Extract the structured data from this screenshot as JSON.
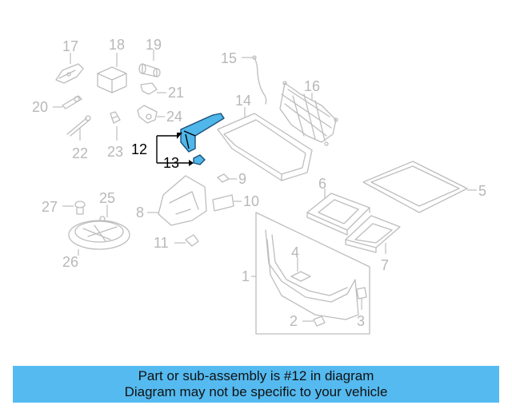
{
  "diagram": {
    "callouts": {
      "c1": "1",
      "c2": "2",
      "c3": "3",
      "c4": "4",
      "c5": "5",
      "c6": "6",
      "c7": "7",
      "c8": "8",
      "c9": "9",
      "c10": "10",
      "c11": "11",
      "c12": "12",
      "c13": "13",
      "c14": "14",
      "c15": "15",
      "c16": "16",
      "c17": "17",
      "c18": "18",
      "c19": "19",
      "c20": "20",
      "c21": "21",
      "c22": "22",
      "c23": "23",
      "c24": "24",
      "c25": "25",
      "c26": "26",
      "c27": "27"
    },
    "highlighted_part": "12",
    "colors": {
      "highlight_fill": "#4fb7ea",
      "highlight_stroke": "#1c4f78",
      "line_art": "#bdbdbd",
      "banner_background": "#55baf0"
    }
  },
  "banner": {
    "line1": "Part or sub-assembly is #12 in diagram",
    "line2": "Diagram may not be specific to your vehicle"
  }
}
